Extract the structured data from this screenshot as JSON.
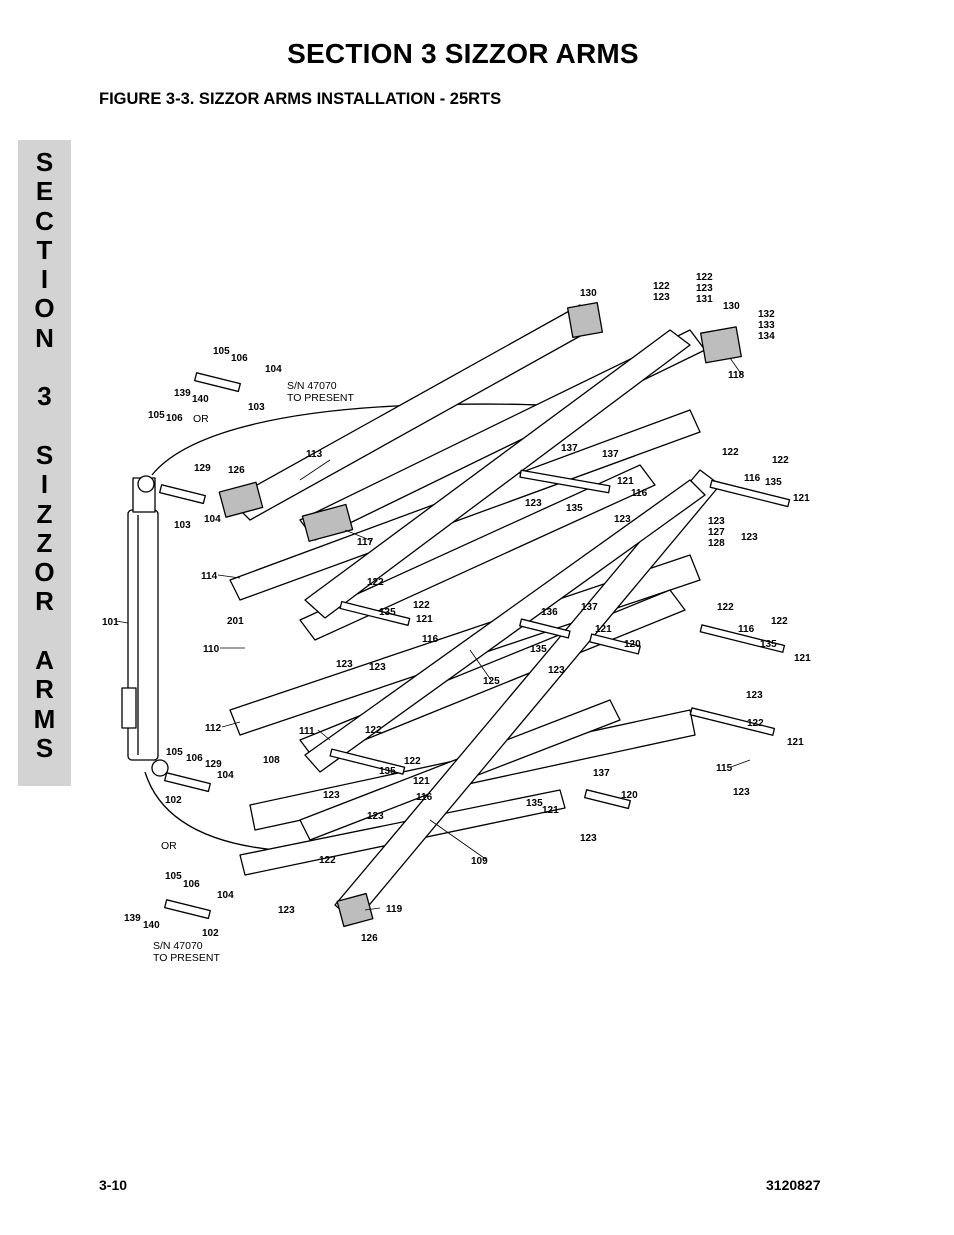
{
  "header": {
    "section_title": "SECTION 3  SIZZOR ARMS",
    "figure_title": "FIGURE 3-3.    SIZZOR ARMS INSTALLATION - 25RTS"
  },
  "side_tab": {
    "letters": [
      "S",
      "E",
      "C",
      "T",
      "I",
      "O",
      "N",
      "",
      "3",
      "",
      "S",
      "I",
      "Z",
      "Z",
      "O",
      "R",
      "",
      "A",
      "R",
      "M",
      "S"
    ]
  },
  "diagram": {
    "notes": {
      "sn_top_1": "S/N 47070",
      "sn_top_2": "TO PRESENT",
      "sn_bottom_1": "S/N 47070",
      "sn_bottom_2": "TO PRESENT",
      "or_top": "OR",
      "or_bottom": "OR"
    },
    "callouts": [
      "101",
      "102",
      "103",
      "104",
      "105",
      "106",
      "108",
      "109",
      "110",
      "111",
      "112",
      "113",
      "114",
      "115",
      "116",
      "117",
      "118",
      "119",
      "120",
      "121",
      "122",
      "123",
      "125",
      "126",
      "127",
      "128",
      "129",
      "130",
      "131",
      "132",
      "133",
      "134",
      "135",
      "136",
      "137",
      "139",
      "140",
      "201"
    ]
  },
  "footer": {
    "page_number": "3-10",
    "doc_number": "3120827"
  }
}
